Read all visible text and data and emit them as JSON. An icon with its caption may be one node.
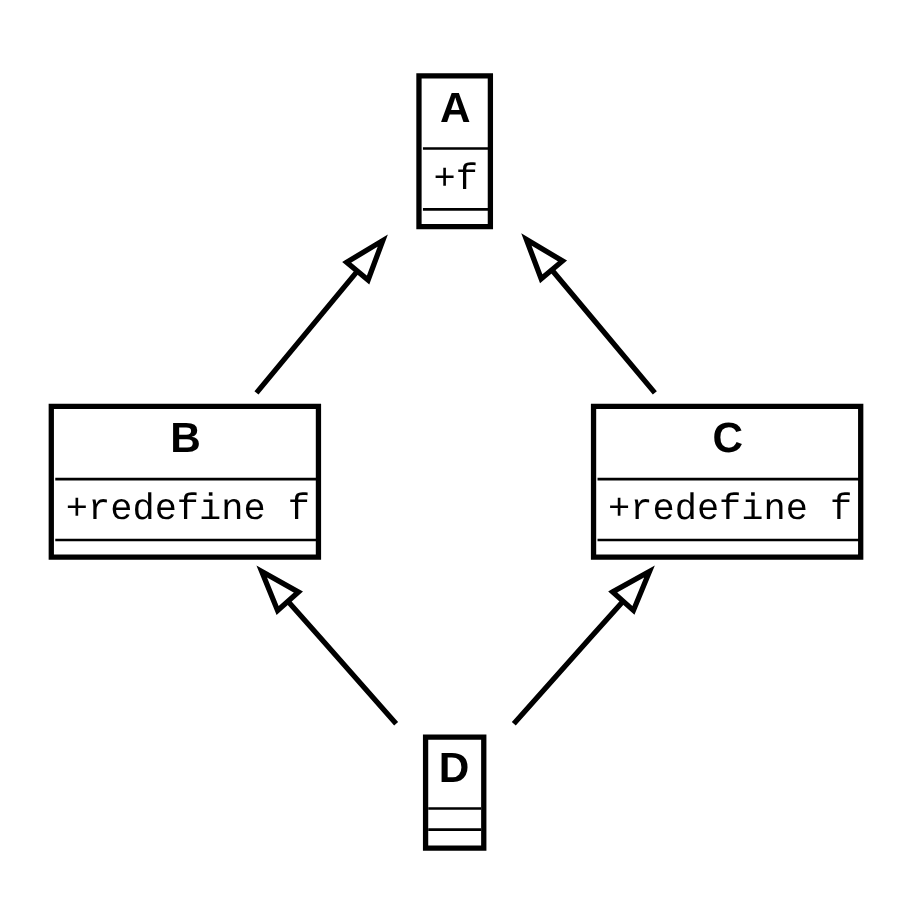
{
  "diagram": {
    "nodes": [
      {
        "text": [
          "A",
          "+f"
        ]
      },
      {
        "text": [
          "B",
          "+redefine f"
        ]
      },
      {
        "text": [
          "C",
          "+redefine f"
        ]
      },
      {
        "text": [
          "D"
        ]
      }
    ],
    "edges": [
      {
        "from": 1,
        "to": 0,
        "arrow": "to"
      },
      {
        "from": 2,
        "to": 0,
        "arrow": "to"
      },
      {
        "from": 3,
        "to": 1,
        "arrow": "to"
      },
      {
        "from": 3,
        "to": 2,
        "arrow": "to"
      }
    ]
  }
}
